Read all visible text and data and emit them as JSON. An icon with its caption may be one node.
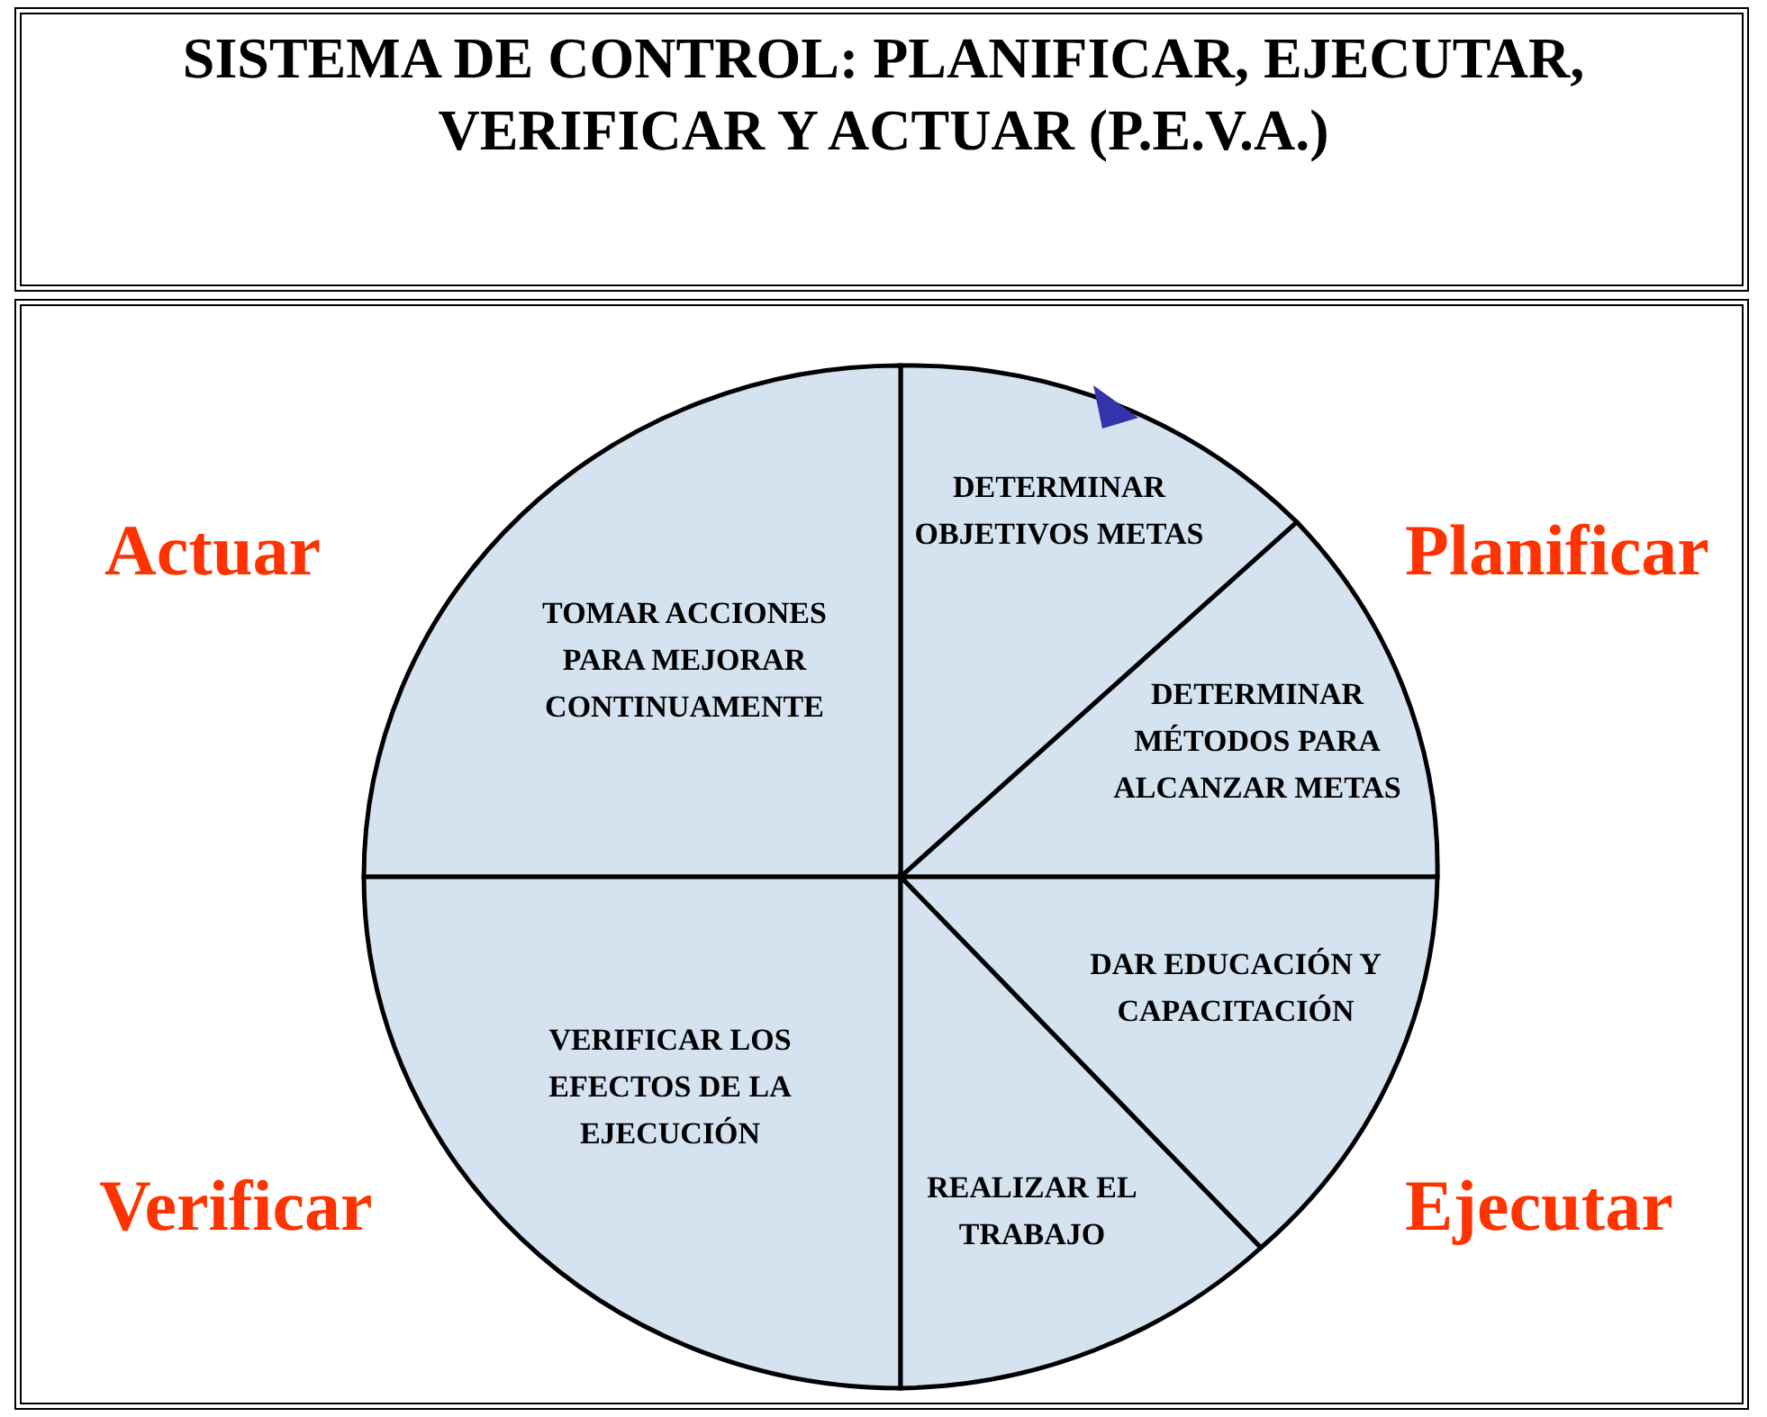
{
  "diagram": {
    "title": "SISTEMA DE CONTROL: PLANIFICAR, EJECUTAR, VERIFICAR Y ACTUAR (P.E.V.A.)",
    "nodes": [
      {
        "text": [
          "DETERMINAR OBJETIVOS METAS"
        ]
      },
      {
        "text": [
          "TOMAR ACCIONES PARA MEJORAR CONTINUAMENTE"
        ]
      },
      {
        "text": [
          "DETERMINAR MÉTODOS PARA ALCANZAR METAS"
        ]
      },
      {
        "text": [
          "DAR EDUCACIÓN Y CAPACITACIÓN"
        ]
      },
      {
        "text": [
          "VERIFICAR LOS EFECTOS DE LA EJECUCIÓN"
        ]
      },
      {
        "text": [
          "REALIZAR EL TRABAJO"
        ]
      }
    ],
    "edges": [],
    "labels": [
      "Actuar",
      "Planificar",
      "Verificar",
      "Ejecutar"
    ]
  }
}
